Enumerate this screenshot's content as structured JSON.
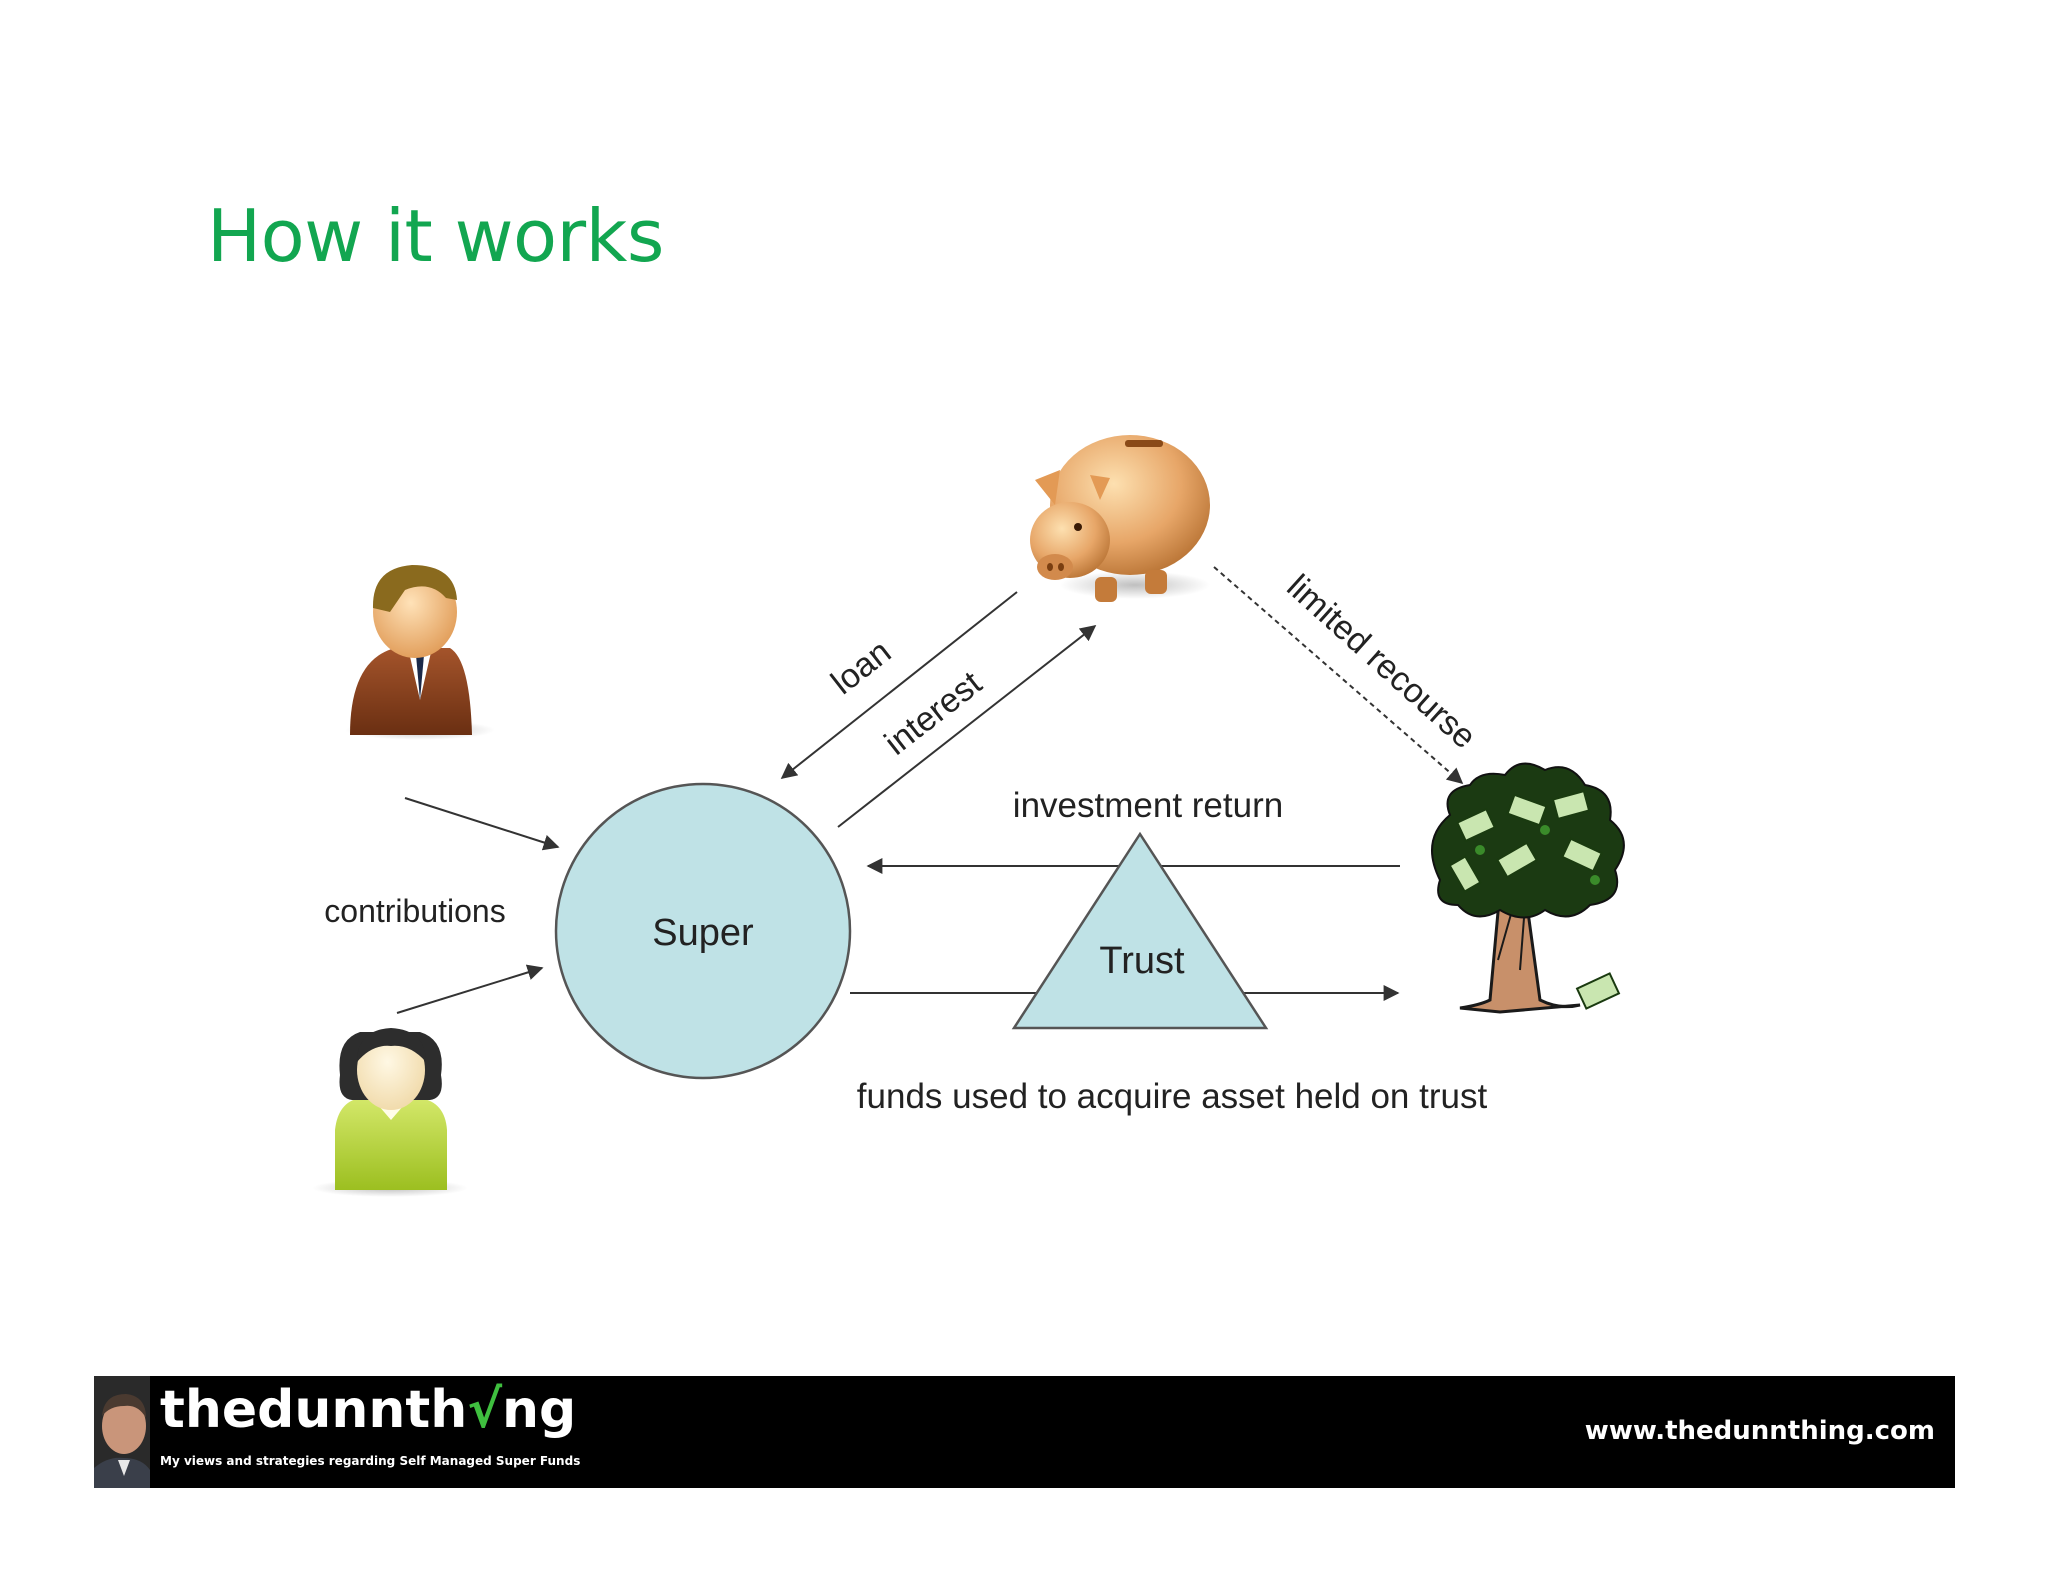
{
  "slide": {
    "title": "How it works"
  },
  "diagram": {
    "nodes": {
      "super": "Super",
      "trust": "Trust"
    },
    "labels": {
      "contributions": "contributions",
      "loan": "loan",
      "interest": "interest",
      "limited_recourse": "limited recourse",
      "investment_return": "investment return",
      "funds_used": "funds used to acquire asset held on trust"
    },
    "icons": {
      "man": "man-icon",
      "woman": "woman-icon",
      "piggy_bank": "piggy-bank-icon",
      "money_tree": "money-tree-icon"
    },
    "colors": {
      "node_fill": "#bfe2e6",
      "node_stroke": "#555555"
    }
  },
  "footer": {
    "brand_prefix": "thedunnth",
    "brand_check": "√",
    "brand_suffix": "ng",
    "tagline": "My views and strategies regarding Self Managed Super Funds",
    "url": "www.thedunnthing.com"
  }
}
